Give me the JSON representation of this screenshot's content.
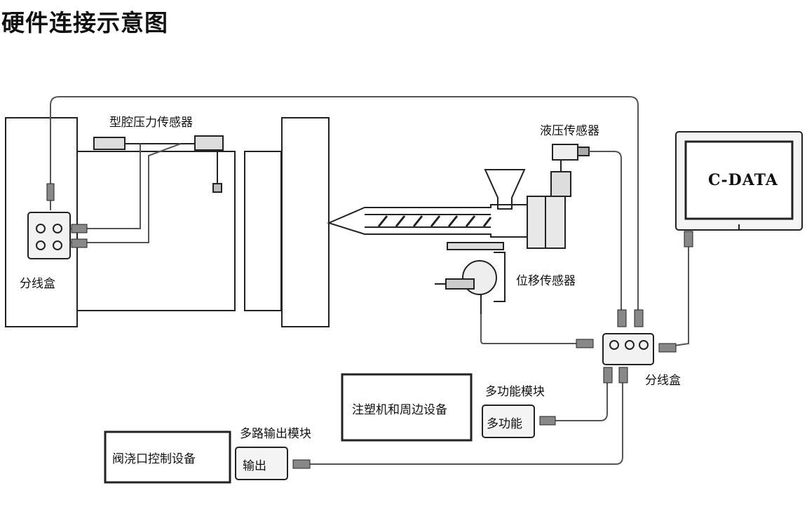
{
  "page": {
    "title": "硬件连接示意图"
  },
  "labels": {
    "cavity_sensor": "型腔压力传感器",
    "hydraulic_sensor": "液压传感器",
    "displacement_sensor": "位移传感器",
    "junction_box_left": "分线盒",
    "junction_box_right": "分线盒",
    "multifunction_module": "多功能模块",
    "multichannel_output_module": "多路输出模块"
  },
  "boxes": {
    "peripheral": "注塑机和周边设备",
    "gate_control": "阀浇口控制设备",
    "multifunction_tag": "多功能",
    "output_tag": "输出"
  },
  "monitor": {
    "screen_text": "C-DATA"
  }
}
